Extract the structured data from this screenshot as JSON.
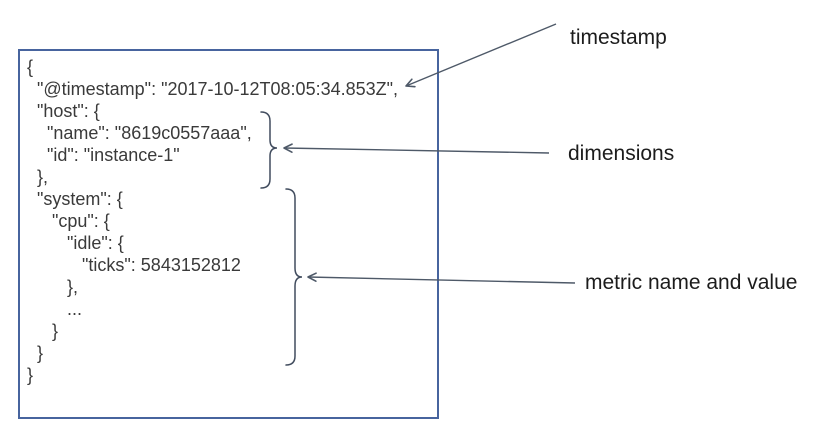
{
  "document_box": {
    "code": "{\n  \"@timestamp\": \"2017-10-12T08:05:34.853Z\",\n  \"host\": {\n    \"name\": \"8619c0557aaa\",\n    \"id\": \"instance-1\"\n  },\n  \"system\": {\n     \"cpu\": {\n        \"idle\": {\n           \"ticks\": 5843152812\n        },\n        ...\n     }\n  }\n}"
  },
  "values": {
    "timestamp": "2017-10-12T08:05:34.853Z",
    "host_name": "8619c0557aaa",
    "host_id": "instance-1",
    "metric_name": "system.cpu.idle.ticks",
    "metric_value": 5843152812
  },
  "annotations": {
    "timestamp": {
      "label": "timestamp"
    },
    "dimensions": {
      "label": "dimensions"
    },
    "metric": {
      "label": "metric name and value"
    }
  },
  "colors": {
    "box_border": "#47649e",
    "code_text": "#3a3a3a",
    "annotation_stroke": "#4e5968",
    "label_text": "#1c1c1c"
  }
}
